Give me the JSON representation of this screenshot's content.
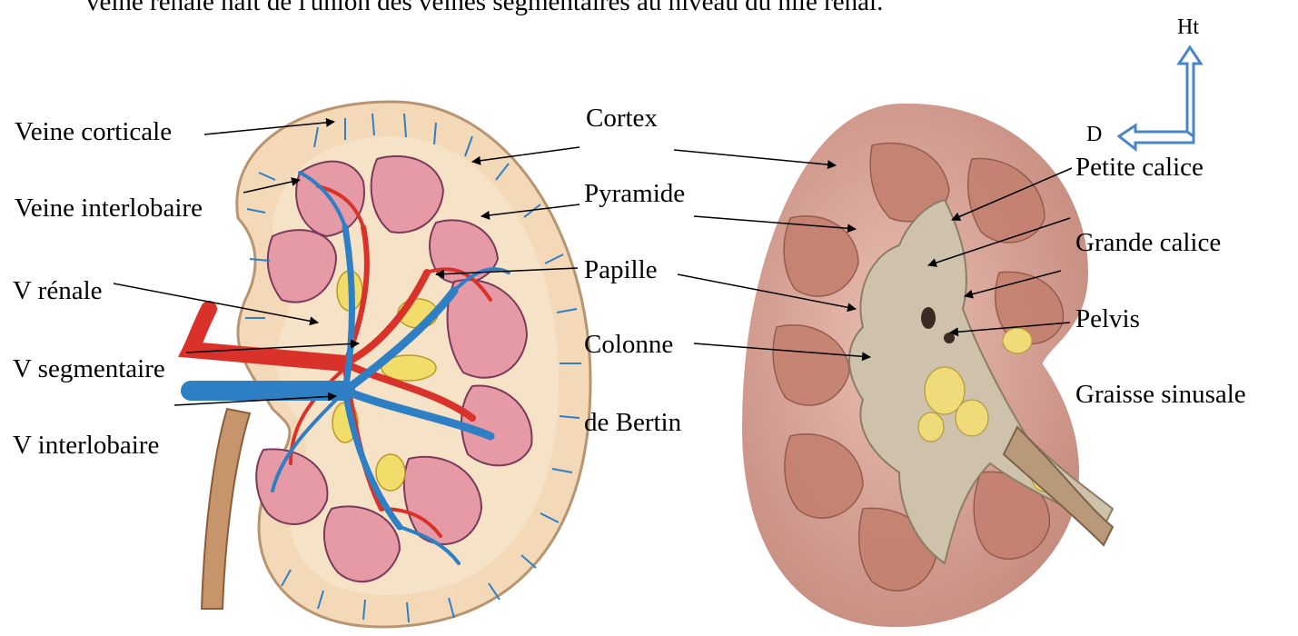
{
  "caption_fragment": "veine rénale naît de l'union des veines segmentaires au niveau du hile rénal.",
  "orientation": {
    "up": "Ht",
    "left": "D",
    "arrow_color": "#4a86c5"
  },
  "left_diagram_labels": {
    "veine_corticale": "Veine corticale",
    "veine_interlobaire": "Veine interlobaire",
    "v_renale": "V rénale",
    "v_segmentaire": "V segmentaire",
    "v_interlobaire": "V interlobaire"
  },
  "center_labels": {
    "cortex": "Cortex",
    "pyramide": "Pyramide",
    "papille": "Papille",
    "colonne": "Colonne",
    "de_bertin": "de Bertin"
  },
  "right_diagram_labels": {
    "petite_calice": "Petite calice",
    "grande_calice": "Grande calice",
    "pelvis": "Pelvis",
    "graisse_sinusale": "Graisse sinusale"
  },
  "colors": {
    "cortex": "#f3d9b8",
    "pyramid": "#e69aa6",
    "vein": "#2f7fc4",
    "artery": "#d8322a",
    "fat": "#f2dc6a",
    "right_kidney": "#d9a89b",
    "sinus": "#cfc2ad"
  }
}
